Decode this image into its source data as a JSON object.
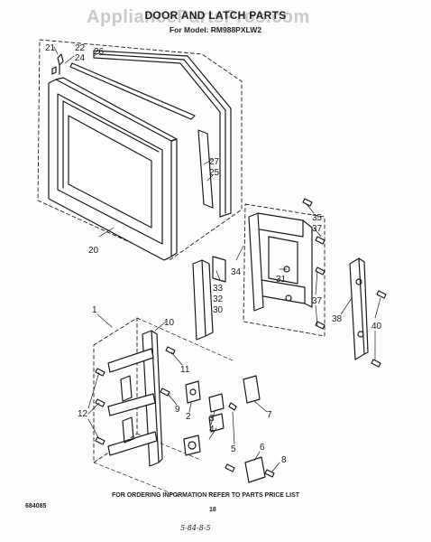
{
  "watermark": "AppliancePartsPros.com",
  "title": "DOOR AND LATCH PARTS",
  "model_line": "For Model: RM988PXLW2",
  "footer": {
    "code": "684085",
    "ordering_note": "FOR ORDERING INFORMATION REFER TO PARTS PRICE LIST",
    "page": "18",
    "handwritten": "5-84-8-5"
  },
  "callouts": [
    "21",
    "22",
    "24",
    "26",
    "27",
    "25",
    "20",
    "35",
    "37",
    "34",
    "31",
    "33",
    "32",
    "30",
    "37",
    "38",
    "40",
    "1",
    "10",
    "11",
    "12",
    "9",
    "2",
    "3",
    "4",
    "7",
    "5",
    "6",
    "8"
  ]
}
